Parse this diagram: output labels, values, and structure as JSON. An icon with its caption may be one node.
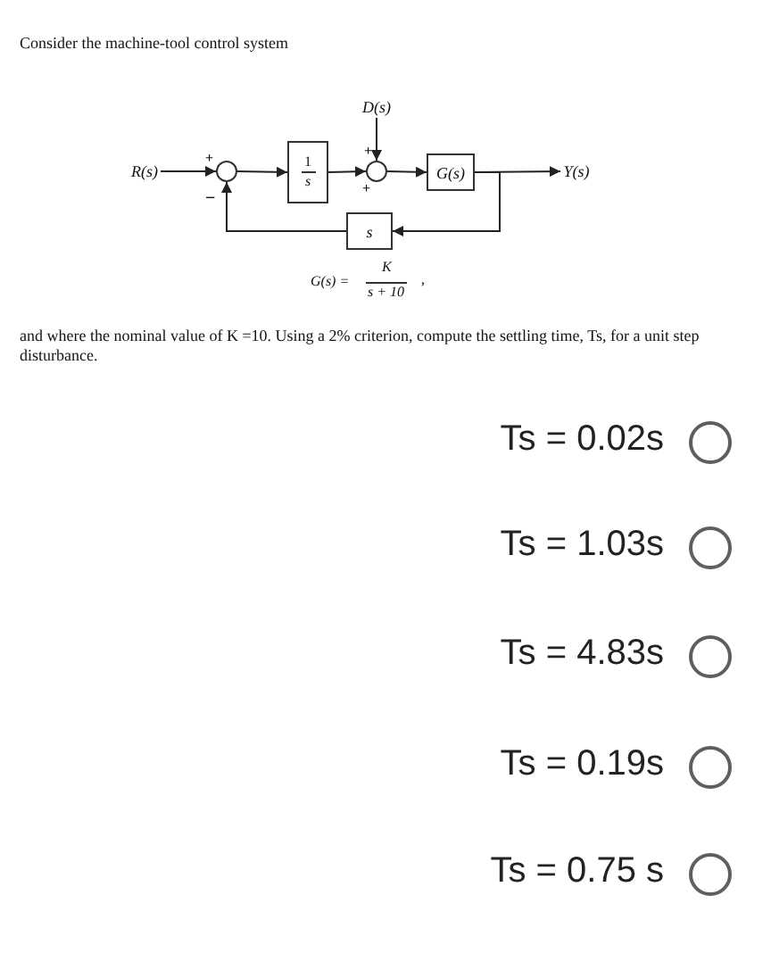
{
  "diagram": {
    "nodes": [
      {
        "text": [
          "R(s)"
        ]
      },
      {
        "text": [],
        "shape": "circle"
      },
      {
        "text": [
          "1",
          "s"
        ]
      },
      {
        "text": [],
        "shape": "circle"
      },
      {
        "text": [
          "D(s)"
        ]
      },
      {
        "text": [
          "G(s)"
        ]
      },
      {
        "text": [
          "Y(s)"
        ]
      },
      {
        "text": [
          "s"
        ]
      }
    ],
    "edges": [
      {
        "from": 0,
        "to": 1,
        "arrow": "to"
      },
      {
        "from": 1,
        "to": 2,
        "arrow": "to"
      },
      {
        "from": 2,
        "to": 3,
        "arrow": "to"
      },
      {
        "from": 4,
        "to": 3,
        "arrow": "to"
      },
      {
        "from": 3,
        "to": 5,
        "arrow": "to"
      },
      {
        "from": 5,
        "to": 6,
        "arrow": "to"
      },
      {
        "from": 5,
        "to": 7,
        "arrow": "to"
      },
      {
        "from": 7,
        "to": 1,
        "arrow": "to"
      }
    ],
    "labels": [
      "Consider the machine-tool control system",
      "+",
      "+",
      "+",
      "−",
      "G(s) =",
      "K",
      "s + 10",
      ",",
      "and where the nominal value of K =10. Using a 2% criterion, compute the settling time, Ts, for a unit step disturbance.",
      "Ts = 0.02s",
      "Ts = 1.03s",
      "Ts = 4.83s",
      "Ts = 0.19s",
      "Ts = 0.75 s"
    ]
  }
}
